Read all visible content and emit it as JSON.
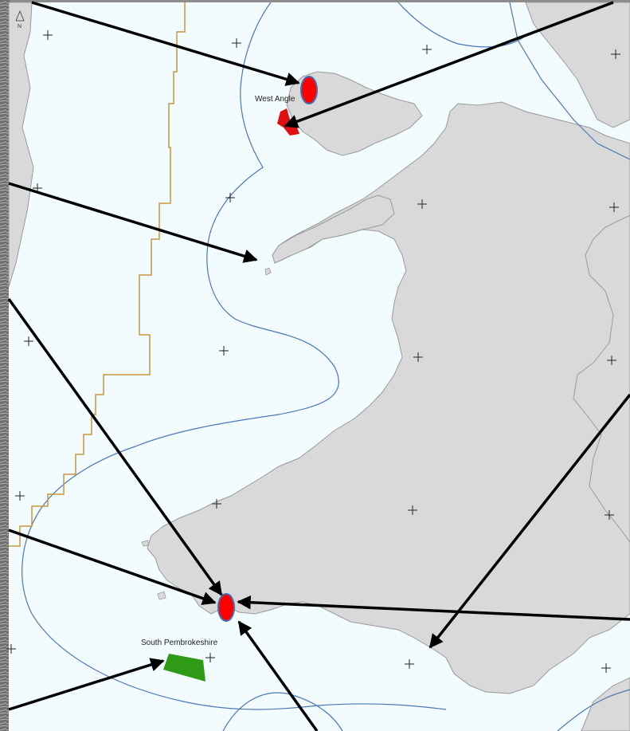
{
  "map": {
    "north_arrow_label": "N",
    "labels": {
      "west_anglesey": "West Angle",
      "south_pembrokeshire": "South Pembrokeshire"
    },
    "colors": {
      "sea": "#f2fbfd",
      "land": "#d9d9d9",
      "coastline": "#9a9a9a",
      "buffer_line": "#4a78b8",
      "boundary_line": "#c8963c",
      "site_marker": "#ff0000",
      "site_marker_outline": "#3a6fb0",
      "anglesey_zone": "#e01010",
      "pembrokeshire_zone": "#2e9a16",
      "arrow": "#000000",
      "frame_left": "#8c8c8c"
    }
  }
}
